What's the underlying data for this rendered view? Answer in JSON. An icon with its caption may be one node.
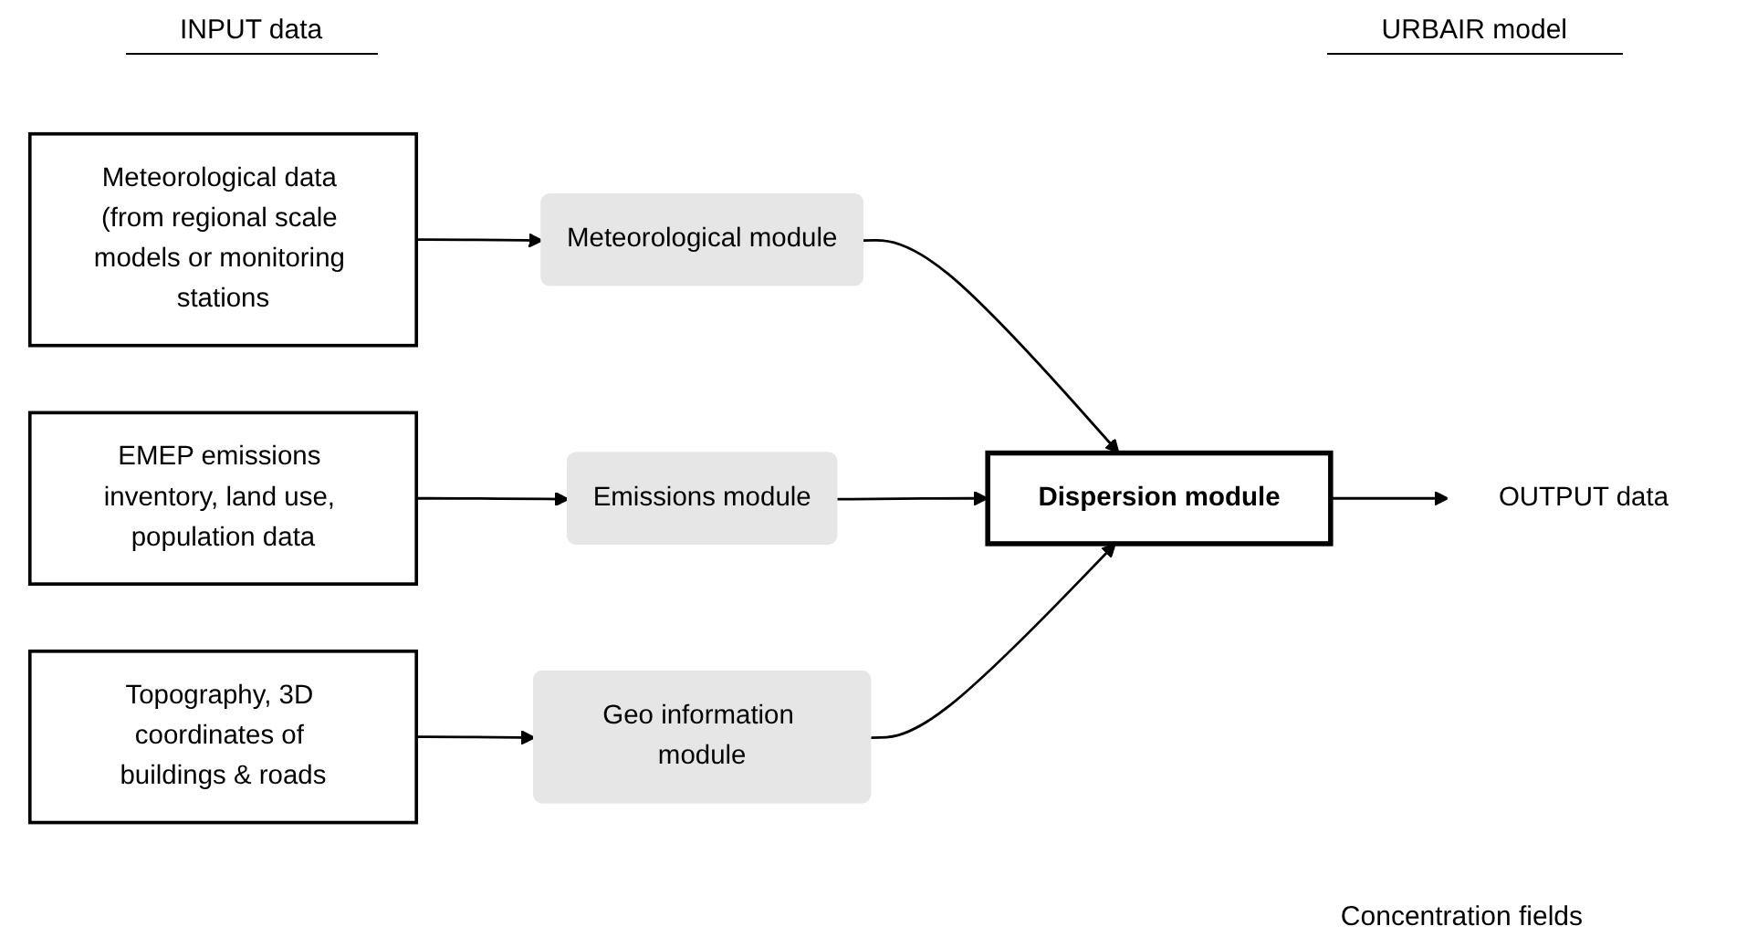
{
  "diagram": {
    "nodes": [
      {
        "text": [
          "Meteorological data (from regional scale models or monitoring stations"
        ]
      },
      {
        "text": [
          "EMEP emissions inventory, land use, population data"
        ]
      },
      {
        "text": [
          "Topography, 3D coordinates of buildings & roads"
        ]
      },
      {
        "text": [
          "Meteorological module"
        ]
      },
      {
        "text": [
          "Emissions module"
        ]
      },
      {
        "text": [
          "Geo information module"
        ]
      },
      {
        "text": [
          "Dispersion module"
        ]
      },
      {
        "text": [
          "OUTPUT data"
        ]
      }
    ],
    "edges": [
      {
        "from": 0,
        "to": 3,
        "arrow": "to"
      },
      {
        "from": 1,
        "to": 4,
        "arrow": "to"
      },
      {
        "from": 2,
        "to": 5,
        "arrow": "to"
      },
      {
        "from": 3,
        "to": 6,
        "arrow": "to"
      },
      {
        "from": 4,
        "to": 6,
        "arrow": "to"
      },
      {
        "from": 5,
        "to": 6,
        "arrow": "to"
      },
      {
        "from": 6,
        "to": 7,
        "arrow": "to"
      }
    ],
    "labels": [
      "INPUT data",
      "URBAIR model",
      "Concentration fields"
    ]
  }
}
